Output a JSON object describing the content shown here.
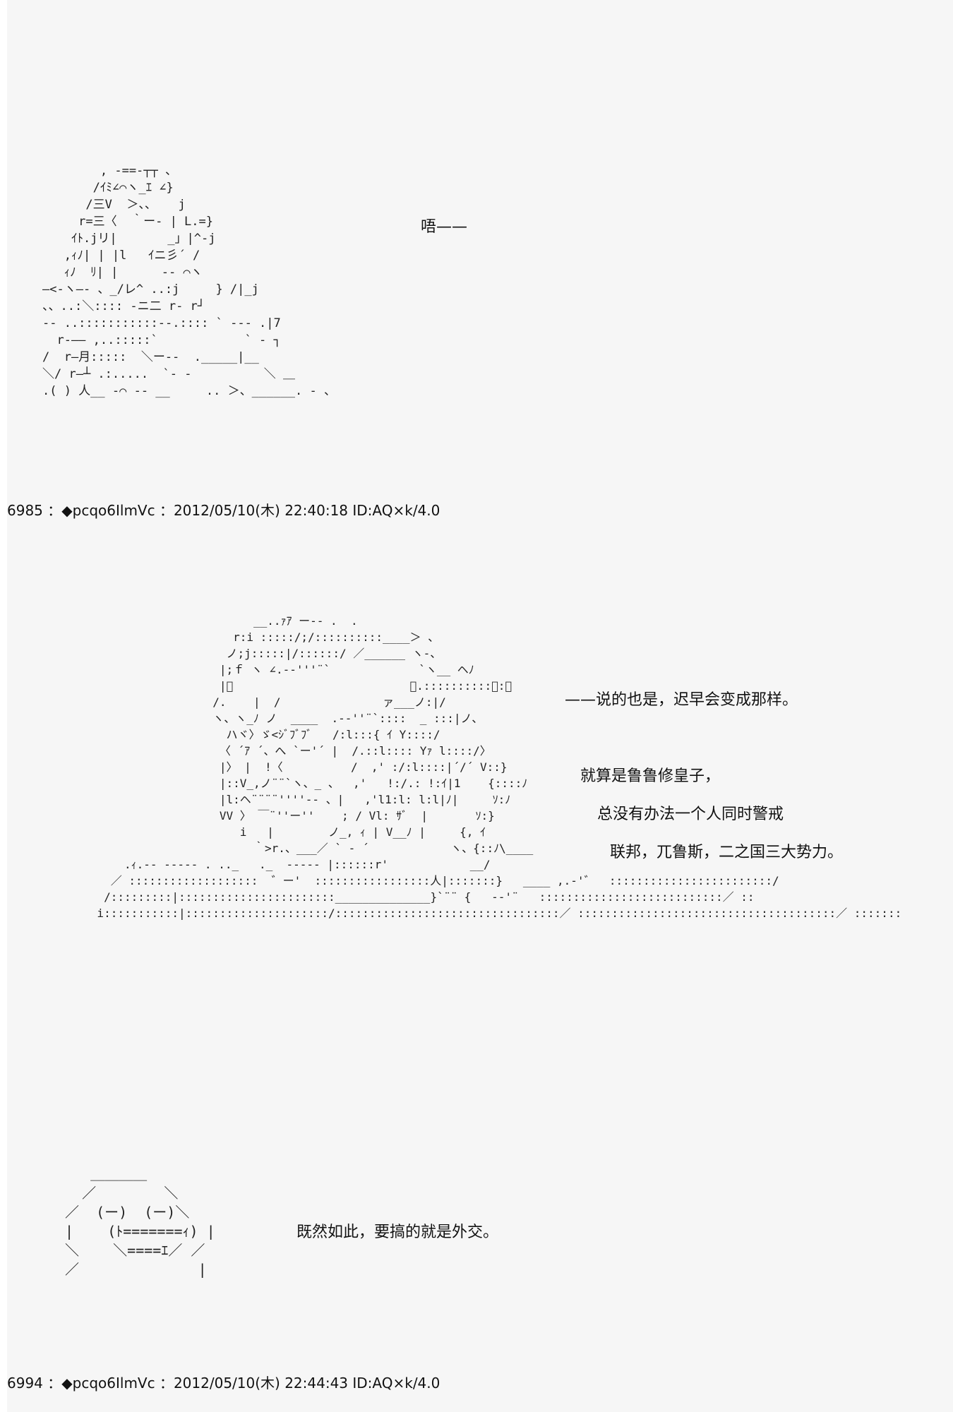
{
  "ascii_art": {
    "figure_1": "        , -==‐┬┬ 、\n       /ｲﾐ∠⌒ヽ_ｴ ∠}\n      /三V  ＞、、   j\n     r=三〈  ｀ー‐ | L.=}\n    ｲﾄ.jリ|       _」|^-j\n   ,ｨﾉ| | |l   ｲニ彡´ /\n   ｨﾉ  ﾘ| |      ‐- ⌒ヽ\n―<‐ヽ―‐ 、_/レ^ ..:j     } /|_j\n、、..:＼:::: ‐ニ二 r‐ r┘\n-‐ ..:::::::::::‐‐.:::: ` ‐‐- .|7\n  r‐―― ,..:::::`            ` ‐ ┐\n/  r―月:::::  ＼ー‐-  ._____|__\n＼/ r―┴ .:.....  `‐ ‐          ＼ ＿\n.( ) 人__ ‐⌒ ‐- __     .. ＞、______. ‐ 、",
    "figure_2": "                              __..ｧｱ ー‐‐ .  .\n                           r:i :::::/;/::::::::::____＞ 、\n                          ノ;j:::::|/::::::/ ／______ ヽ‐、\n                         |;ｆ ヽ ∠.‐‐'''¨`             `ヽ__ ヘﾉ\n                         |ﾞ                          ／.::::::::::〉:〉\n                        /.    |  /               ァ___ノ:|/\n                        ヽ、ヽ_ﾉ ノ  ____  .‐‐''¨`::::  _ :::|ノ、\n                          ハヾ〉ゞ<ｼﾞﾌﾞﾌﾞ   /:l:::{ ｲ Y::::/\n                         〈 ´ｱ ´、へ `ー'´ |  /.::l:::: Yｧ l::::/〉\n                         |〉 |  !〈          /  ,' :/:l::::|´/´ V::}\n                         |::V_,ノ¨¨`ヽ、_ 、  ,'   !:/.: !:ｲ|1    {::::ﾉ\n                         |l:ヘ¨¨¨¨''''‐‐ 、|   ,'l1:l: l:l|ﾉ|     ｿ:ﾉ\n                         VV 〉 ￣¨''ー''    ; / Vl: ｻﾞ  |       ｿ:}\n                            i   |        ノ_, ｨ | V__ﾉ |     {, ｲ\n                              ｀>r.、___／ ` ‐ ´            ヽ、{::ﾉ\\____\n           .ｨ.‐‐ ‐‐‐‐‐ . .._   ._  -‐‐‐‐ |::::::r'            __/\n         ／ :::::::::::::::::::  ゛ー'  :::::::::::::::::人|:::::::}   ____ ,.‐'゛  ::::::::::::::::::::::::/\n        /:::::::::|:::::::::::::::::::::::______________}`¨¨ {   ‐‐'¨   :::::::::::::::::::::::::::／ ::\n       i:::::::::::|:::::::::::::::::::::/:::::::::::::::::::::::::::::::::／ ::::::::::::::::::::::::::::::::::::::／ :::::::",
    "figure_3": "   ＿＿＿＿\n  ／        ＼\n／  (ー)  (ー)＼\n|    (ﾄ=======ｨ) |\n＼    ＼====ｴ／ ／\n／              |"
  },
  "dialogue": {
    "line_1": "唔——",
    "line_2": "——说的也是，迟早会变成那样。",
    "line_3": "就算是鲁鲁修皇子，",
    "line_4": "总没有办法一个人同时警戒",
    "line_5": "联邦，兀鲁斯，二之国三大势力。",
    "line_6": "既然如此，要搞的就是外交。"
  },
  "posts": [
    {
      "header": "6985 ：◆pcqo6IlmVc ：2012/05/10(木) 22:40:18 ID:AQ×k/4.0"
    },
    {
      "header": "6994 ：◆pcqo6IlmVc ：2012/05/10(木) 22:44:43 ID:AQ×k/4.0"
    }
  ]
}
